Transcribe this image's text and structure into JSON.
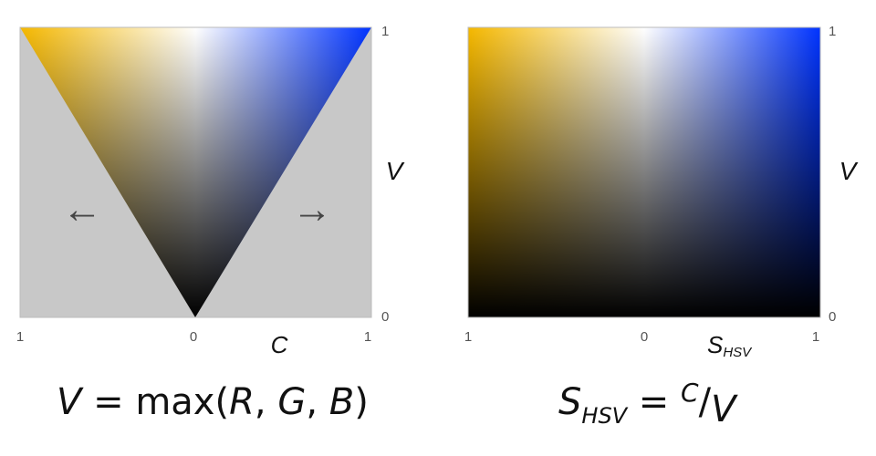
{
  "left_panel": {
    "tick_left": "1",
    "tick_center": "0",
    "tick_right": "1",
    "x_axis_label": "C",
    "v_top": "1",
    "v_bottom": "0",
    "v_axis_label": "V",
    "arrow_left": "←",
    "arrow_right": "→"
  },
  "right_panel": {
    "tick_left": "1",
    "tick_center": "0",
    "tick_right": "1",
    "x_axis_label": "S",
    "x_axis_label_sub": "HSV",
    "v_top": "1",
    "v_bottom": "0",
    "v_axis_label": "V"
  },
  "formula_left": {
    "v": "V",
    "eq": " = max(",
    "r": "R",
    "sep1": ", ",
    "g": "G",
    "sep2": ", ",
    "b": "B",
    "close": ")"
  },
  "formula_right": {
    "s": "S",
    "s_sub": "HSV",
    "eq": " = ",
    "c": "C",
    "slash": "/",
    "v": "V"
  },
  "colors": {
    "gold": "#f5b800",
    "blue": "#0033ff",
    "gray_background": "#c8c8c8",
    "arrow_color": "#444444"
  }
}
